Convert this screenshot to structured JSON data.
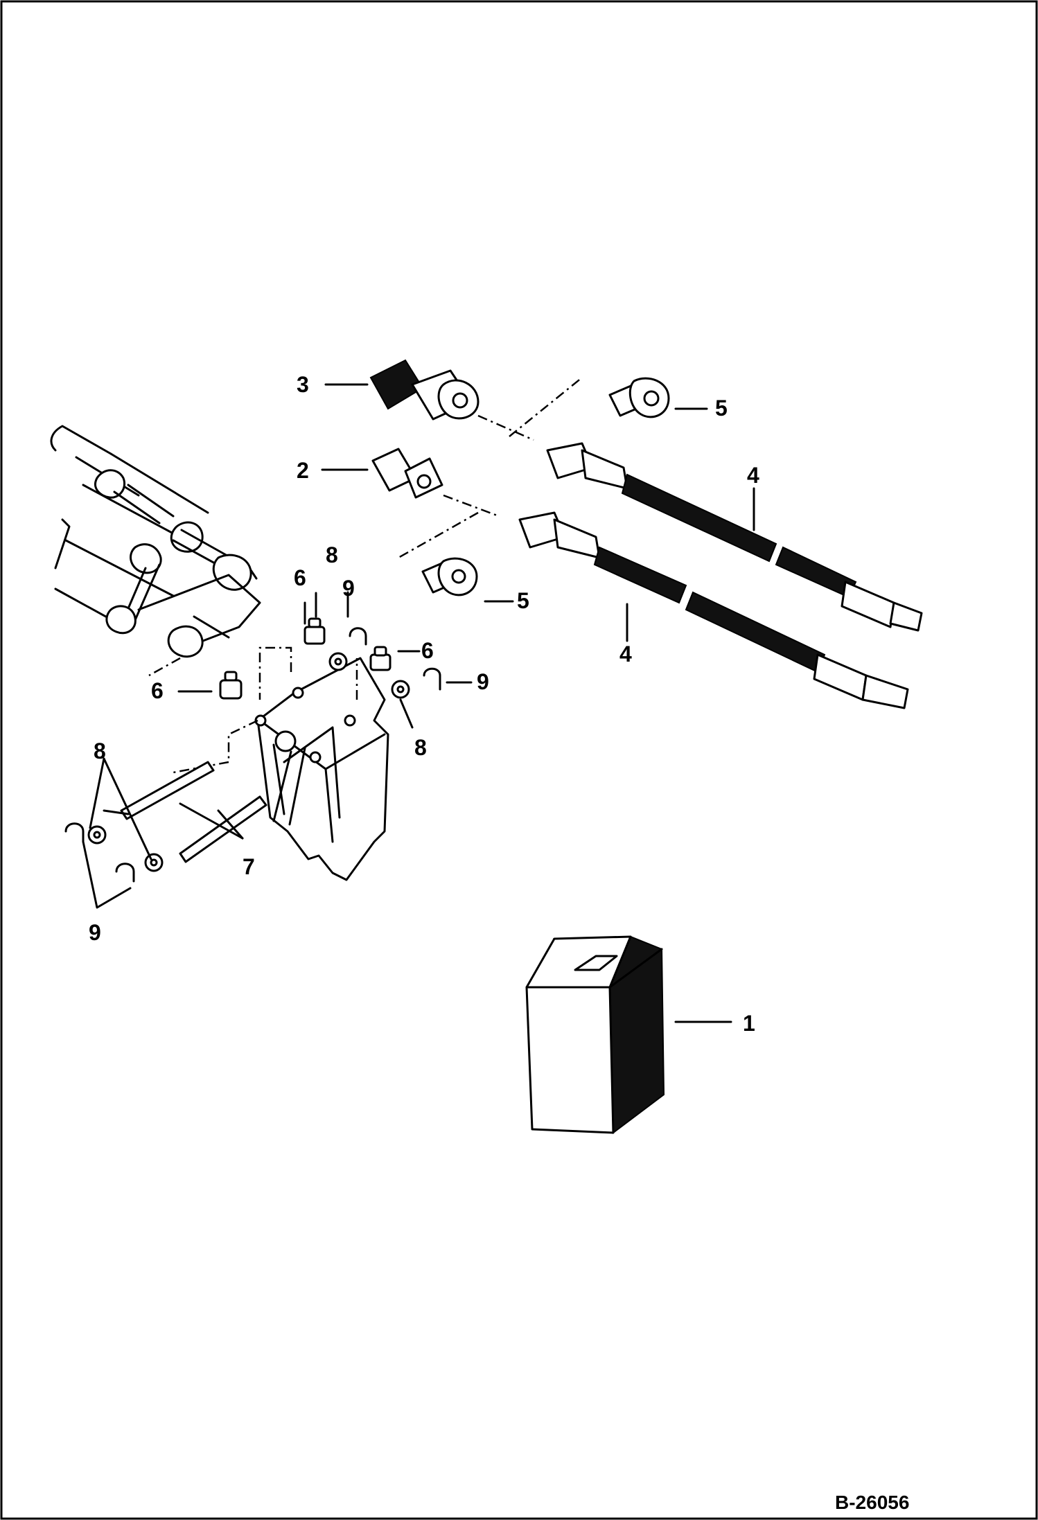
{
  "diagram": {
    "callouts": [
      {
        "id": "c3",
        "text": "3"
      },
      {
        "id": "c2",
        "text": "2"
      },
      {
        "id": "c5a",
        "text": "5"
      },
      {
        "id": "c5b",
        "text": "5"
      },
      {
        "id": "c4a",
        "text": "4"
      },
      {
        "id": "c4b",
        "text": "4"
      },
      {
        "id": "c8a",
        "text": "8"
      },
      {
        "id": "c8b",
        "text": "8"
      },
      {
        "id": "c8c",
        "text": "8"
      },
      {
        "id": "c6a",
        "text": "6"
      },
      {
        "id": "c6b",
        "text": "6"
      },
      {
        "id": "c6c",
        "text": "6"
      },
      {
        "id": "c9a",
        "text": "9"
      },
      {
        "id": "c9b",
        "text": "9"
      },
      {
        "id": "c9c",
        "text": "9"
      },
      {
        "id": "c7",
        "text": "7"
      },
      {
        "id": "c1",
        "text": "1"
      }
    ],
    "drawing_code": "B-26056"
  }
}
